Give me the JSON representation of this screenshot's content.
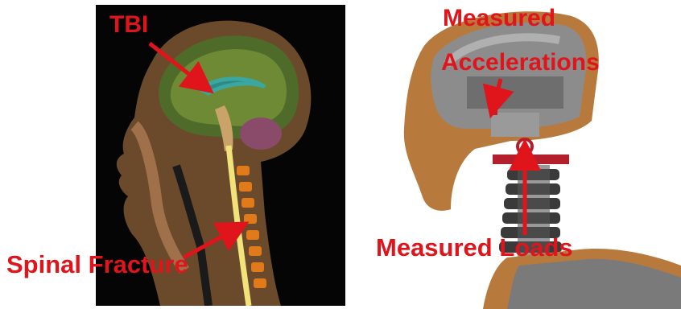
{
  "labels": {
    "tbi": "TBI",
    "spinal_fracture": "Spinal Fracture",
    "measured_accelerations_line1": "Measured",
    "measured_accelerations_line2": "Accelerations",
    "measured_loads": "Measured Loads"
  },
  "images": {
    "left": "mri-head-sagittal-section",
    "right": "crash-dummy-head-neck-model"
  },
  "colors": {
    "label_red": "#e0141b",
    "neck_bracket": "#b3202b",
    "dummy_skin": "#b77a3c",
    "dummy_gray": "#8c8c8c",
    "mri_background": "#050505",
    "spinal_cord": "#f2e27a",
    "vertebrae": "#e07a1a"
  }
}
